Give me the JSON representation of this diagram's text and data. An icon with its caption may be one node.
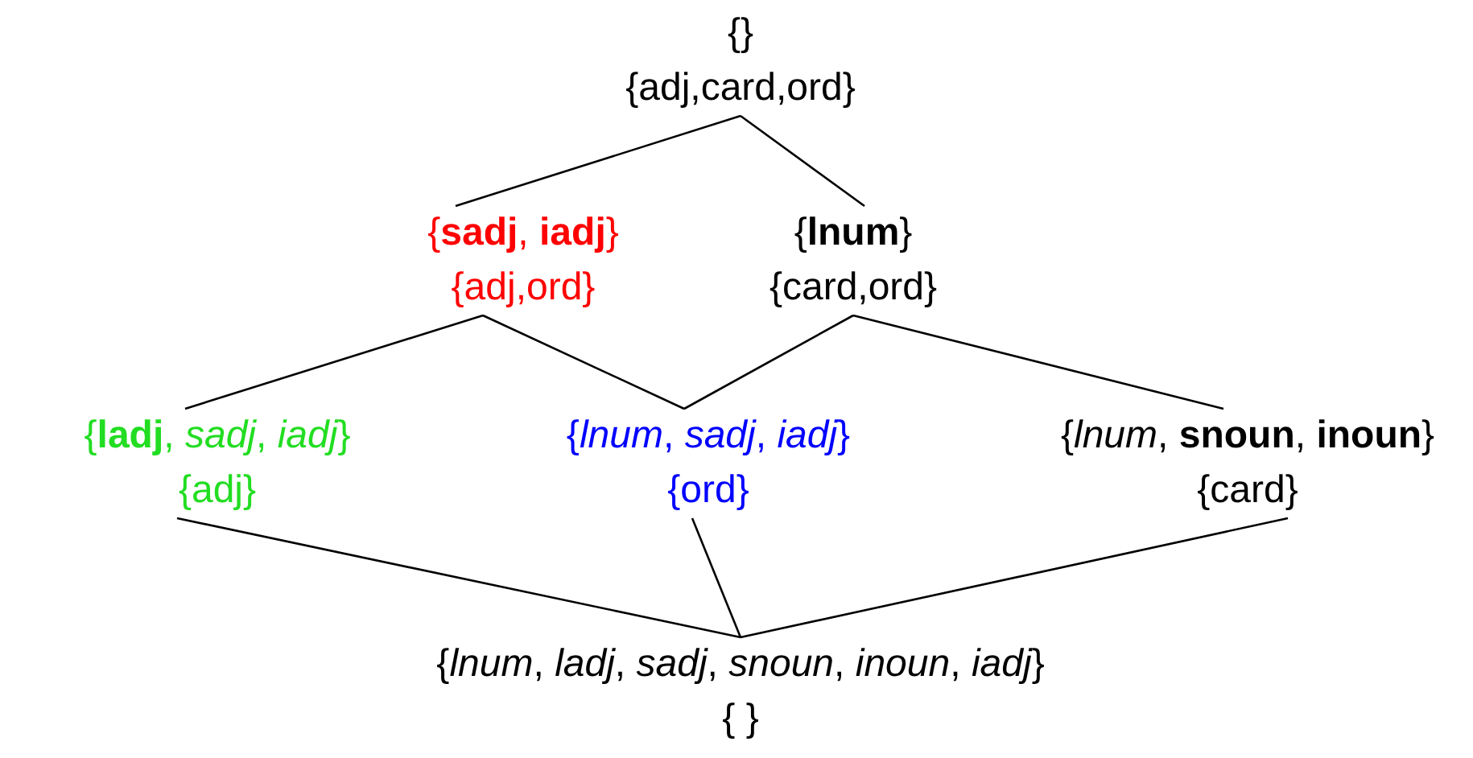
{
  "diagram": {
    "nodes": [
      {
        "text": [
          "{}",
          "{adj,card,ord}"
        ]
      },
      {
        "text": [
          "{**sadj**, **iadj**}",
          "{adj,ord}"
        ]
      },
      {
        "text": [
          "{**lnum**}",
          "{card,ord}"
        ]
      },
      {
        "text": [
          "{**ladj**, *sadj*, *iadj*}",
          "{adj}"
        ]
      },
      {
        "text": [
          "{*lnum*, *sadj*, *iadj*}",
          "{ord}"
        ]
      },
      {
        "text": [
          "{*lnum*, **snoun**, **inoun**}",
          "{card}"
        ]
      },
      {
        "text": [
          "{*lnum*, *ladj*, *sadj*, *snoun*, *inoun*, *iadj*}",
          "{ }"
        ]
      }
    ],
    "edges": [
      {
        "from": 0,
        "to": 1,
        "arrow": "none"
      },
      {
        "from": 0,
        "to": 2,
        "arrow": "none"
      },
      {
        "from": 1,
        "to": 3,
        "arrow": "none"
      },
      {
        "from": 1,
        "to": 4,
        "arrow": "none"
      },
      {
        "from": 2,
        "to": 4,
        "arrow": "none"
      },
      {
        "from": 2,
        "to": 5,
        "arrow": "none"
      },
      {
        "from": 3,
        "to": 6,
        "arrow": "none"
      },
      {
        "from": 4,
        "to": 6,
        "arrow": "none"
      },
      {
        "from": 5,
        "to": 6,
        "arrow": "none"
      }
    ]
  }
}
